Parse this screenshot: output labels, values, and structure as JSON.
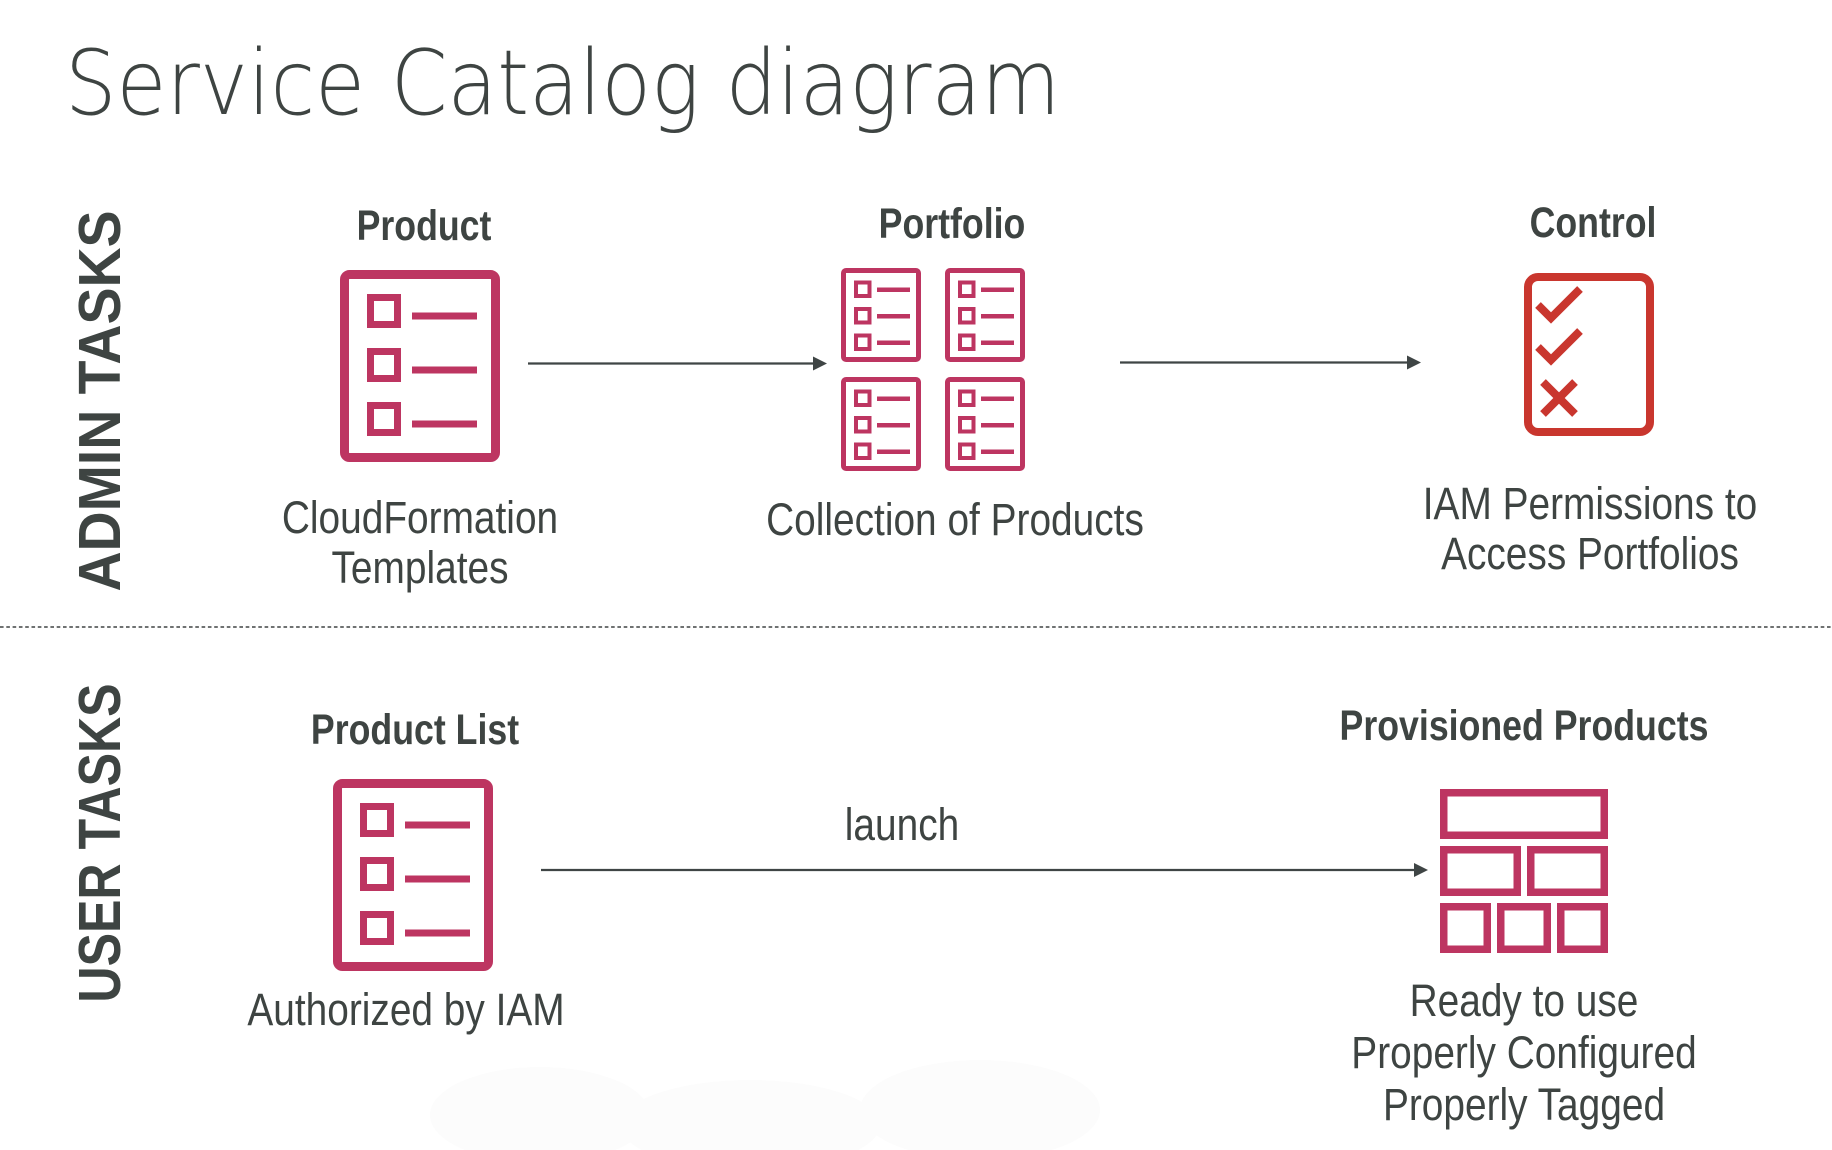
{
  "title": "Service Catalog diagram",
  "colors": {
    "text": "#3e4442",
    "pink": "#bd3561",
    "red": "#c9362e",
    "arrow": "#3f4545",
    "divider": "#6f7272"
  },
  "sections": {
    "admin": {
      "band_label": "ADMIN TASKS",
      "items": [
        {
          "label": "Product",
          "caption": "CloudFormation\nTemplates",
          "icon": "product-document-list-icon"
        },
        {
          "label": "Portfolio",
          "caption": "Collection of Products",
          "icon": "portfolio-document-grid-icon"
        },
        {
          "label": "Control",
          "caption": "IAM Permissions to\nAccess Portfolios",
          "icon": "control-checklist-icon"
        }
      ]
    },
    "user": {
      "band_label": "USER TASKS",
      "items": [
        {
          "label": "Product List",
          "caption": "Authorized by IAM",
          "icon": "product-document-list-icon"
        },
        {
          "label": "Provisioned Products",
          "caption": "Ready to use\nProperly Configured\nProperly Tagged",
          "icon": "provisioned-products-bricks-icon"
        }
      ]
    }
  },
  "arrows": [
    {
      "from": "Product",
      "to": "Portfolio",
      "label": ""
    },
    {
      "from": "Portfolio",
      "to": "Control",
      "label": ""
    },
    {
      "from": "Product List",
      "to": "Provisioned Products",
      "label": "launch"
    }
  ]
}
